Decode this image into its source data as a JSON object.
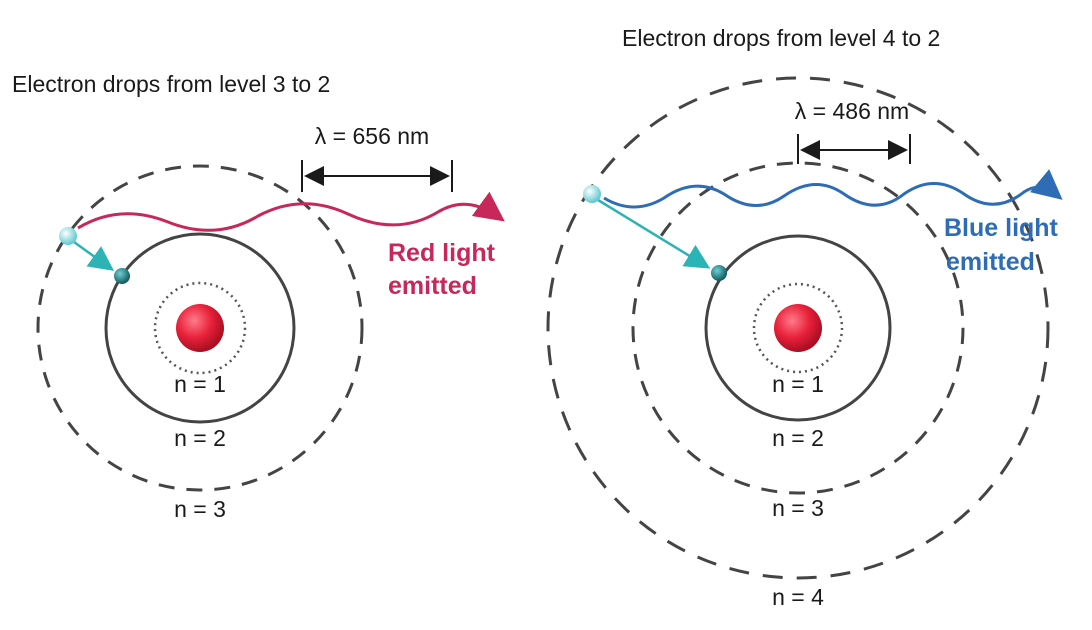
{
  "colors": {
    "red_light": "#c8275a",
    "blue_light": "#2e6db5",
    "nucleus": "#e8213a",
    "electron_dark": "#1d7f83",
    "electron_light": "#8fdde2",
    "arrow_teal": "#2bb3b5",
    "orbit": "#444444"
  },
  "left": {
    "title": "Electron drops from level 3 to 2",
    "wavelength": "λ = 656 nm",
    "emitted_line1": "Red light",
    "emitted_line2": "emitted",
    "levels": [
      "n = 1",
      "n = 2",
      "n = 3"
    ]
  },
  "right": {
    "title": "Electron drops from level 4 to 2",
    "wavelength": "λ = 486 nm",
    "emitted_line1": "Blue light",
    "emitted_line2": "emitted",
    "levels": [
      "n = 1",
      "n = 2",
      "n = 3",
      "n = 4"
    ]
  }
}
